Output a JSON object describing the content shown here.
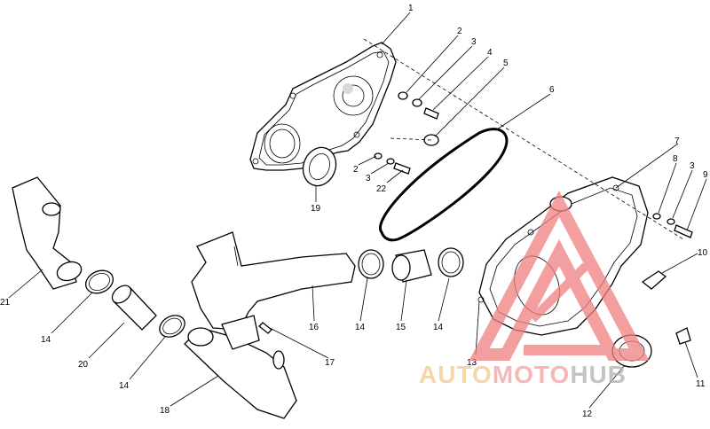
{
  "callouts": [
    {
      "id": "c1",
      "text": "1"
    },
    {
      "id": "c2",
      "text": "2"
    },
    {
      "id": "c3",
      "text": "3"
    },
    {
      "id": "c4",
      "text": "4"
    },
    {
      "id": "c5",
      "text": "5"
    },
    {
      "id": "c6",
      "text": "6"
    },
    {
      "id": "c7",
      "text": "7"
    },
    {
      "id": "c8",
      "text": "8"
    },
    {
      "id": "c3b",
      "text": "3"
    },
    {
      "id": "c9",
      "text": "9"
    },
    {
      "id": "c10",
      "text": "10"
    },
    {
      "id": "c2b",
      "text": "2"
    },
    {
      "id": "c3c",
      "text": "3"
    },
    {
      "id": "c22",
      "text": "22"
    },
    {
      "id": "c19",
      "text": "19"
    },
    {
      "id": "c21",
      "text": "21"
    },
    {
      "id": "c14a",
      "text": "14"
    },
    {
      "id": "c20",
      "text": "20"
    },
    {
      "id": "c14b",
      "text": "14"
    },
    {
      "id": "c18",
      "text": "18"
    },
    {
      "id": "c16",
      "text": "16"
    },
    {
      "id": "c17",
      "text": "17"
    },
    {
      "id": "c14c",
      "text": "14"
    },
    {
      "id": "c15",
      "text": "15"
    },
    {
      "id": "c14d",
      "text": "14"
    },
    {
      "id": "c13",
      "text": "13"
    },
    {
      "id": "c11",
      "text": "11"
    },
    {
      "id": "c12",
      "text": "12"
    }
  ],
  "watermark": {
    "part1": "AUTO",
    "part2": "MOTO",
    "part3": "HUB",
    "color_part1": "#f4c98a",
    "color_part2": "#f3a0a0",
    "color_part3": "#b0b0b0",
    "logo_color": "#f08080"
  }
}
